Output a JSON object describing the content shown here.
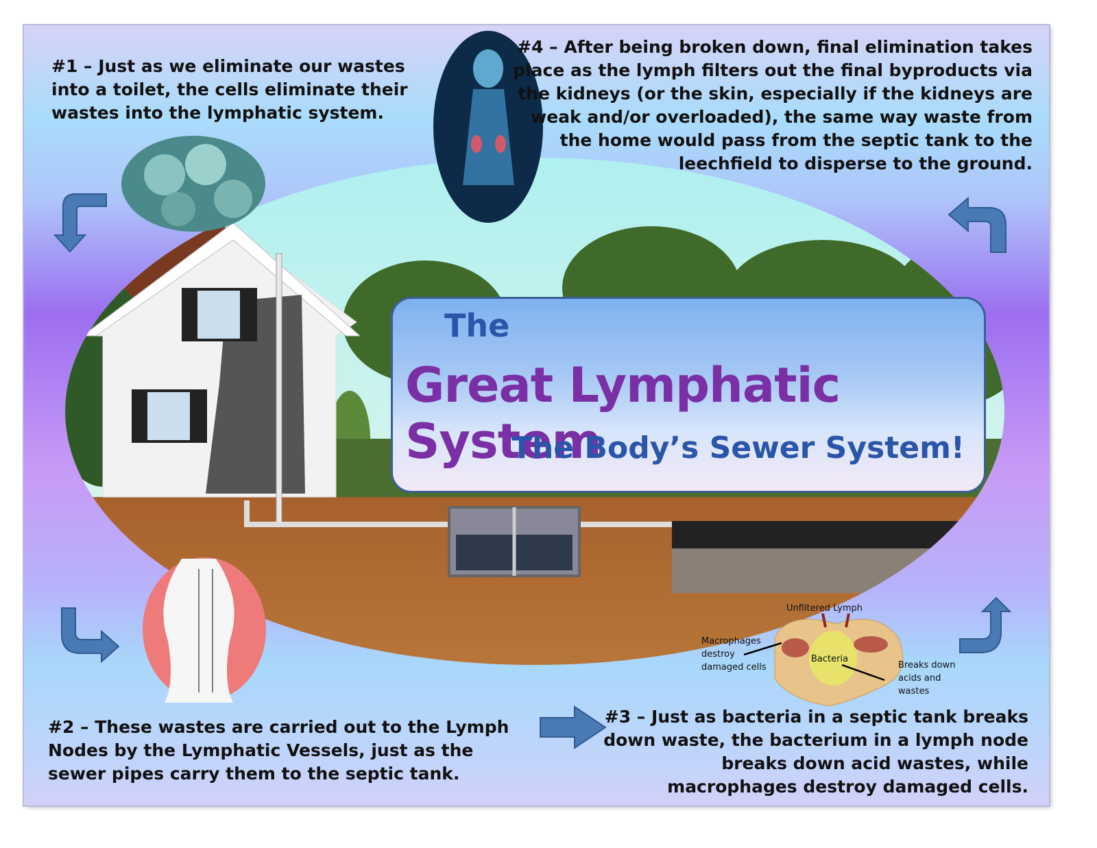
{
  "title": {
    "the": "The",
    "main": "Great Lymphatic System",
    "subtitle": "The Body’s Sewer System!"
  },
  "steps": [
    {
      "id": "1",
      "lines": [
        "#1 – Just as we eliminate our wastes",
        "into  a toilet, the cells eliminate their",
        "wastes into the lymphatic system."
      ]
    },
    {
      "id": "2",
      "lines": [
        "#2 – These wastes are carried out to the Lymph",
        "Nodes by  the Lymphatic Vessels, just as the",
        "sewer pipes carry them to the septic tank."
      ]
    },
    {
      "id": "3",
      "lines": [
        "#3 – Just as bacteria in a septic tank breaks",
        "down waste, the bacterium in a lymph node",
        "breaks down acid wastes, while",
        "macrophages destroy damaged cells."
      ]
    },
    {
      "id": "4",
      "lines": [
        "#4 – After being broken  down, final elimination  takes",
        "place as the lymph  filters out the final byproducts via",
        "the kidneys (or the skin, especially if the kidneys are",
        "weak and/or overloaded), the same way waste from",
        "the home would pass from the septic tank to the",
        "leechfield to disperse to the ground."
      ]
    }
  ],
  "lymph_node_labels": {
    "unfiltered": "Unfiltered Lymph",
    "macrophages": [
      "Macrophages",
      "destroy",
      "damaged cells"
    ],
    "bacteria": "Bacteria",
    "breaks_down": [
      "Breaks down",
      "acids and",
      "wastes"
    ]
  },
  "colors": {
    "title_purple": "#7a2fa5",
    "title_blue": "#2a55a8",
    "arrow_blue": "#4a7ab5"
  }
}
